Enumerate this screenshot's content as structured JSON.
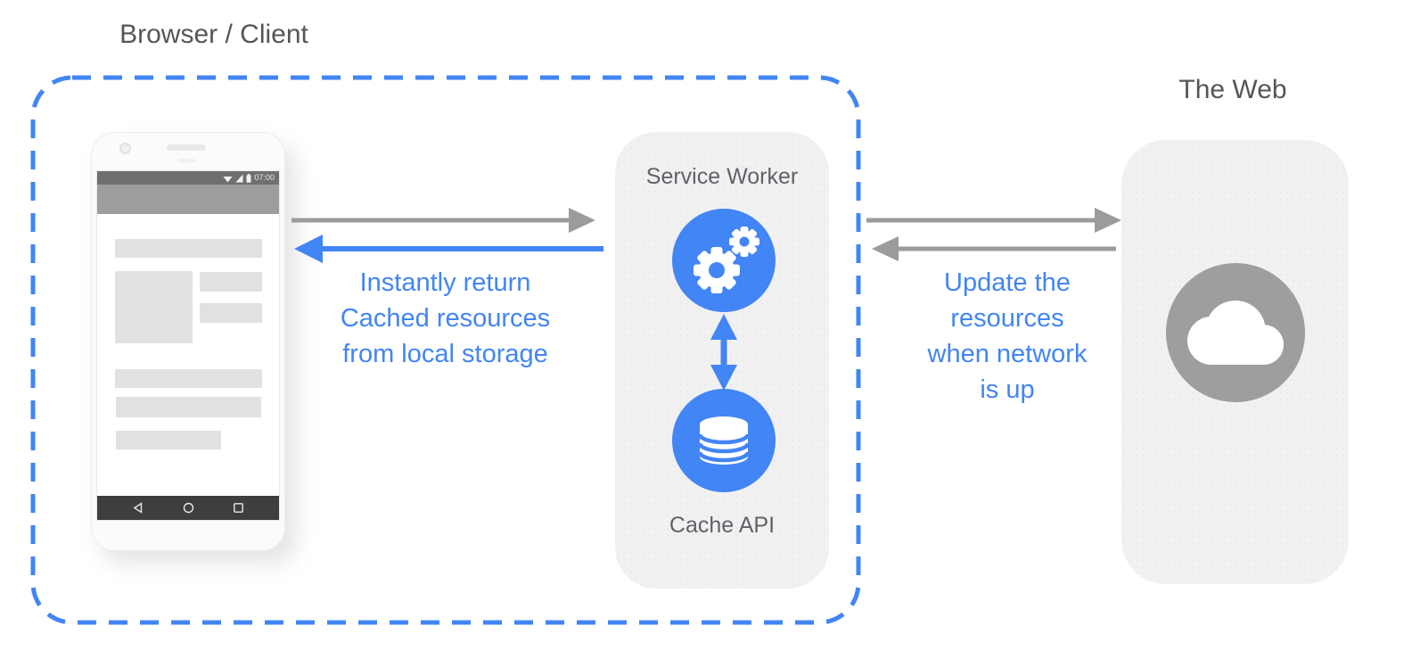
{
  "labels": {
    "browser_client": "Browser / Client",
    "the_web": "The Web"
  },
  "service_worker": {
    "title": "Service Worker",
    "cache_label": "Cache API"
  },
  "phone": {
    "status_time": "07:00"
  },
  "annotations": {
    "cache_return": "Instantly return\nCached resources\nfrom local storage",
    "network_update": "Update the\nresources\nwhen network\nis up"
  },
  "icons": {
    "service_worker": "gears-icon",
    "cache": "database-icon",
    "web": "cloud-icon",
    "status": [
      "wifi-icon",
      "cellular-signal-icon",
      "battery-icon"
    ],
    "navigation": [
      "back-icon",
      "home-icon",
      "recents-icon"
    ]
  },
  "colors": {
    "accent_blue": "#4285F4",
    "arrow_gray": "#9b9b9b",
    "panel_gray": "#f1f1f2",
    "cloud_gray": "#9e9e9e",
    "title_gray": "#55565a"
  }
}
